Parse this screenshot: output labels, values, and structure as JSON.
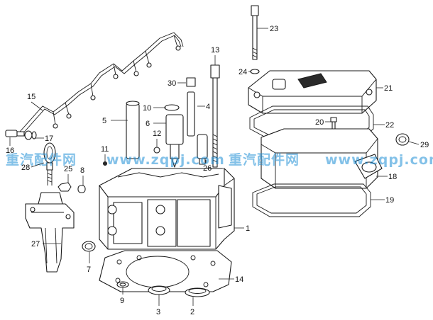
{
  "watermark": {
    "left": "重汽配件网",
    "middle": "www.zqpj.com",
    "middle2": "重汽配件网",
    "right": "www.zqpj.com",
    "color": "#1e8fd6"
  },
  "callouts": {
    "c1": "1",
    "c2": "2",
    "c3": "3",
    "c4": "4",
    "c5": "5",
    "c6": "6",
    "c7": "7",
    "c8": "8",
    "c9": "9",
    "c10": "10",
    "c11": "11",
    "c12": "12",
    "c13": "13",
    "c14": "14",
    "c15": "15",
    "c16": "16",
    "c17": "17",
    "c18": "18",
    "c19": "19",
    "c20": "20",
    "c21": "21",
    "c22": "22",
    "c23": "23",
    "c24": "24",
    "c25": "25",
    "c26": "26",
    "c27": "27",
    "c28": "28",
    "c29": "29",
    "c30": "30"
  }
}
